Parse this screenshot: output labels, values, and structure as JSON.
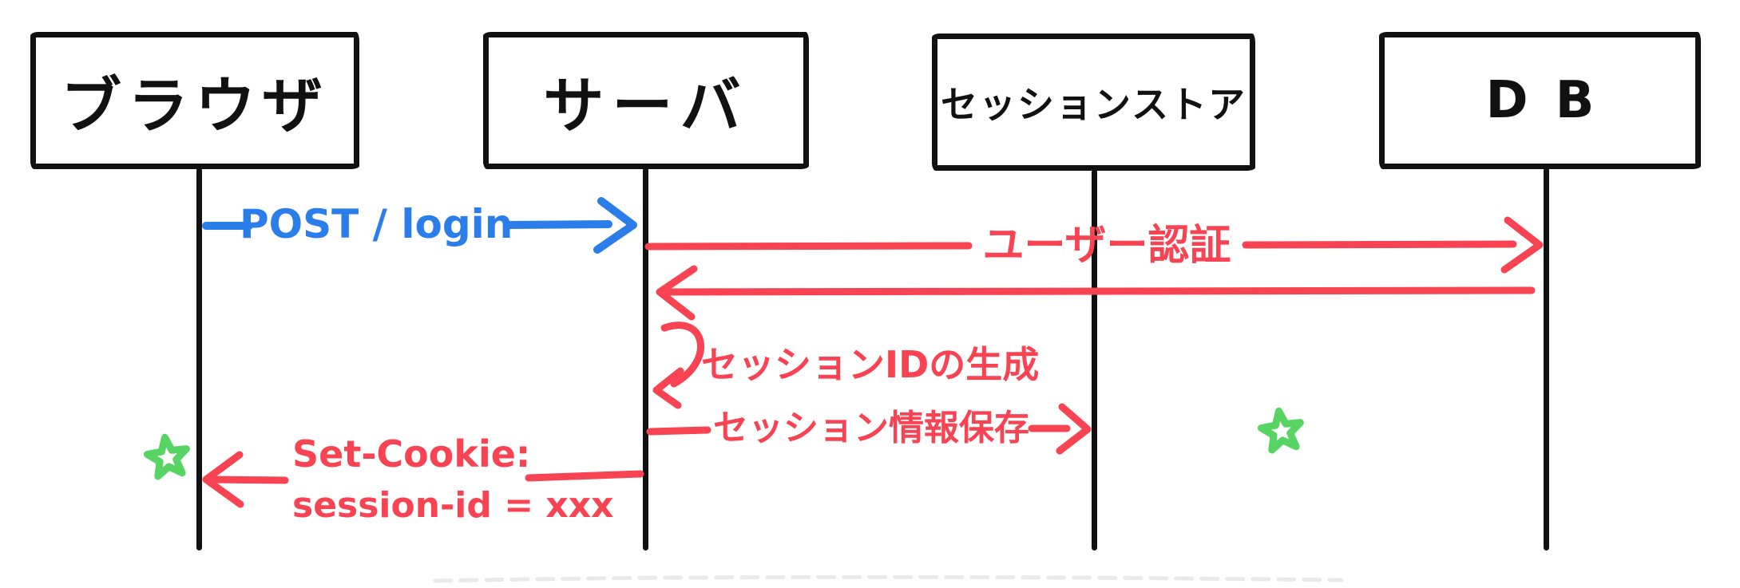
{
  "diagram": {
    "type": "hand-drawn sequence diagram",
    "actors": [
      {
        "id": "browser",
        "label": "ブラウザ"
      },
      {
        "id": "server",
        "label": "サーバ"
      },
      {
        "id": "session-store",
        "label": "セッションストア"
      },
      {
        "id": "db",
        "label": "DB"
      }
    ],
    "messages": [
      {
        "from": "browser",
        "to": "server",
        "label": "POST / login",
        "color": "#2b7de9"
      },
      {
        "from": "server",
        "to": "db",
        "label": "ユーザー認証",
        "color": "#f84352"
      },
      {
        "from": "db",
        "to": "server",
        "label": "",
        "color": "#f84352"
      },
      {
        "from": "server",
        "to": "server",
        "label": "セッションIDの生成",
        "color": "#f84352",
        "style": "self-loop"
      },
      {
        "from": "server",
        "to": "session-store",
        "label": "セッション情報保存",
        "color": "#f84352",
        "annotation": "green-star"
      },
      {
        "from": "server",
        "to": "browser",
        "label": "Set-Cookie:",
        "label_line2": "session-id = xxx",
        "color": "#f84352",
        "annotation": "green-star"
      }
    ],
    "colors": {
      "ink": "#111111",
      "blue": "#2b7de9",
      "red": "#f84352",
      "green": "#57d463",
      "faint_bottom_line": "#e9e9e9"
    }
  }
}
